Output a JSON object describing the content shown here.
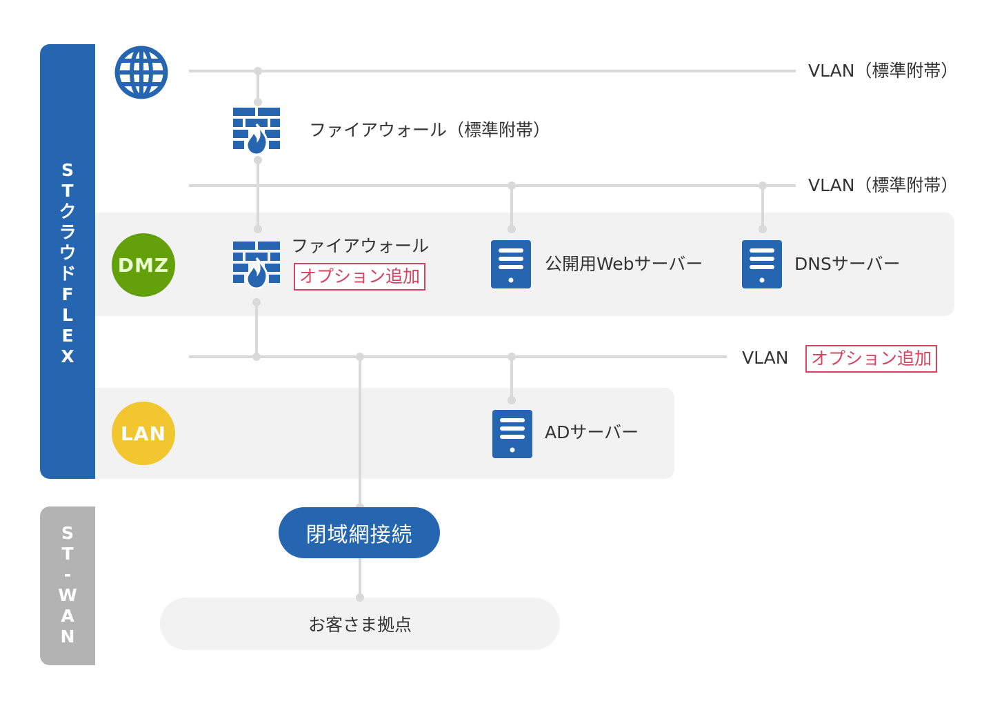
{
  "colors": {
    "blue": "#2666b0",
    "green": "#64a00a",
    "yellow": "#f2c62e",
    "gray_bar": "#b3b3b3",
    "line": "#d9d9d9",
    "band": "#f2f2f2",
    "tag_red": "#d6425f"
  },
  "sidebar": {
    "cloud_label": "STクラウドFLEX",
    "cloud_chars": [
      "S",
      "T",
      "ク",
      "ラ",
      "ウ",
      "ド",
      "F",
      "L",
      "E",
      "X"
    ],
    "wan_label": "ST-WAN",
    "wan_chars": [
      "S",
      "T",
      "-",
      "W",
      "A",
      "N"
    ]
  },
  "zones": {
    "dmz": "DMZ",
    "lan": "LAN"
  },
  "vlans": {
    "top": "VLAN（標準附帯）",
    "mid": "VLAN（標準附帯）",
    "lan": "VLAN"
  },
  "nodes": {
    "internet_icon": "globe-icon",
    "fw_standard": "ファイアウォール（標準附帯）",
    "fw_option": "ファイアウォール",
    "web_server": "公開用Webサーバー",
    "dns_server": "DNSサーバー",
    "ad_server": "ADサーバー",
    "closed_network": "閉域網接続",
    "customer_site": "お客さま拠点"
  },
  "tags": {
    "fw_option": "オプション追加",
    "vlan_option": "オプション追加"
  }
}
